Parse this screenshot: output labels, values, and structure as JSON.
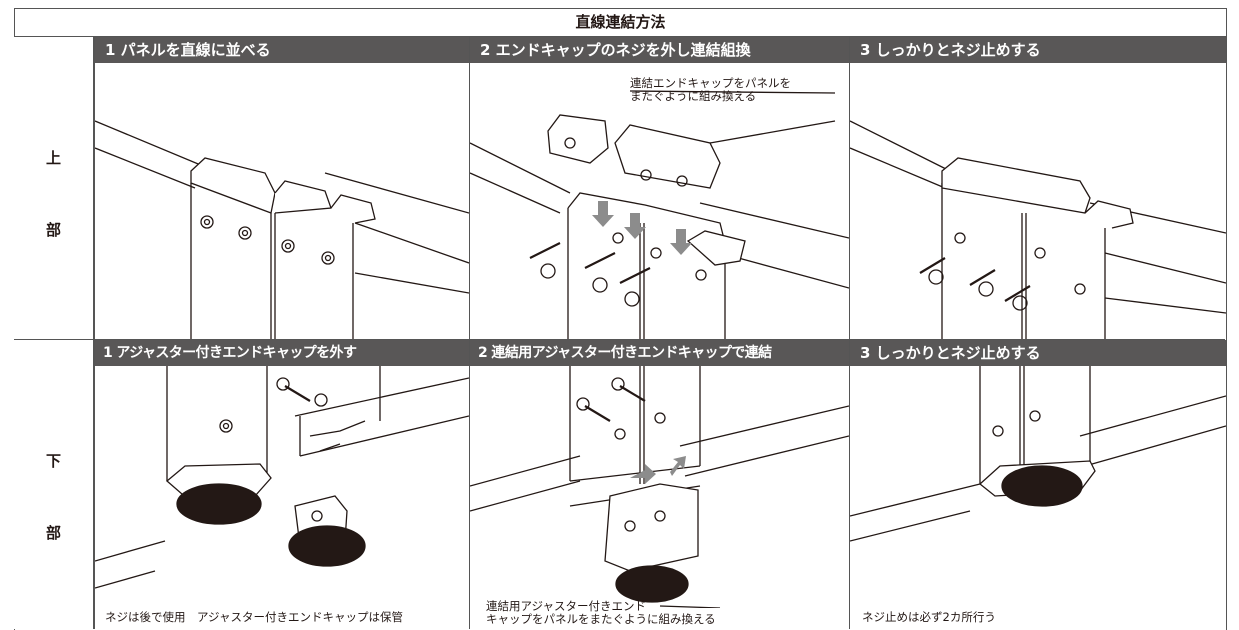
{
  "title": "直線連結方法",
  "rows": [
    {
      "label_top": "上",
      "label_bottom": "部",
      "steps": [
        {
          "heading": "1 パネルを直線に並べる",
          "caption": ""
        },
        {
          "heading": "2 エンドキャップのネジを外し連結組換",
          "caption": "連結エンドキャップをパネルを\nまたぐように組み換える"
        },
        {
          "heading": "3 しっかりとネジ止めする",
          "caption": ""
        }
      ]
    },
    {
      "label_top": "下",
      "label_bottom": "部",
      "steps": [
        {
          "heading": "1 アジャスター付きエンドキャップを外す",
          "caption": "ネジは後で使用　アジャスター付きエンドキャップは保管"
        },
        {
          "heading": "2  連結用アジャスター付きエンドキャップで連結",
          "caption": "連結用アジャスター付きエンド\nキャップをパネルをまたぐように組み換える"
        },
        {
          "heading": "3 しっかりとネジ止めする",
          "caption": "ネジ止めは必ず2カ所行う"
        }
      ]
    }
  ],
  "colors": {
    "header_bg": "#595757",
    "header_text": "#ffffff",
    "line": "#231815",
    "arrow": "#8c8c8c"
  }
}
